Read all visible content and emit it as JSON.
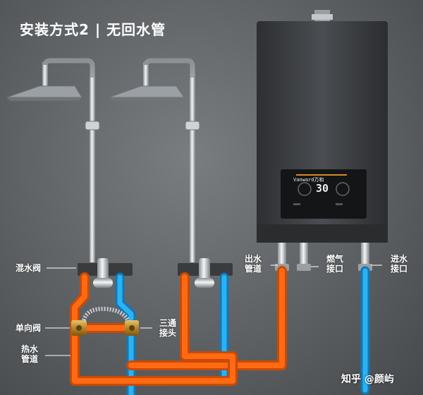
{
  "title": "安装方式2 | 无回水管",
  "brand": "Vanward万和",
  "display": "30",
  "labels": {
    "mixing_valve": "混水阀",
    "check_valve": "单向阀",
    "hot_pipe_line1": "热水",
    "hot_pipe_line2": "管道",
    "tee_line1": "三通",
    "tee_line2": "接头",
    "outlet_line1": "出水",
    "outlet_line2": "管道",
    "gas_line1": "燃气",
    "gas_line2": "接口",
    "inlet_line1": "进水",
    "inlet_line2": "接口"
  },
  "watermark": "知乎 @颜屿",
  "colors": {
    "hot_pipe": "#ff6a13",
    "cold_pipe": "#1aa3e8",
    "heater_body": "#3d3f42",
    "wall": "#6a6d70"
  }
}
